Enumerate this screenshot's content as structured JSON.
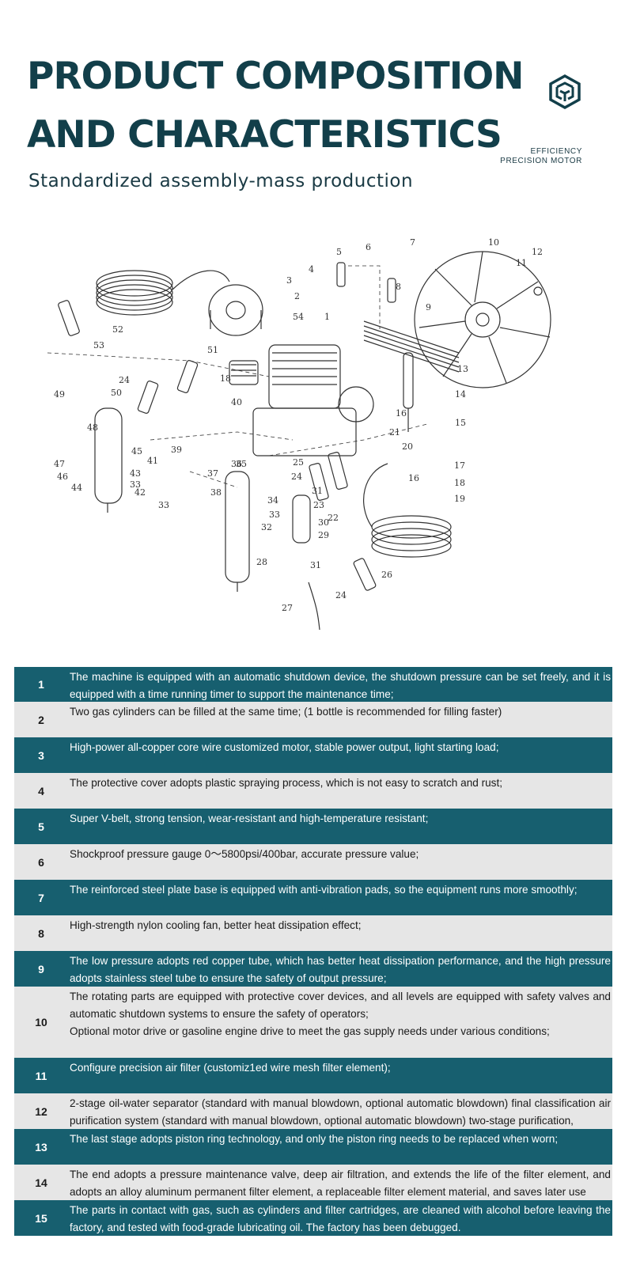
{
  "header": {
    "title_line1": "PRODUCT COMPOSITION",
    "title_line2": "AND CHARACTERISTICS",
    "subtitle": "Standardized assembly-mass production"
  },
  "brand": {
    "line1": "EFFICIENCY",
    "line2": "PRECISION MOTOR",
    "logo_icon": "hexagon-logo-icon"
  },
  "diagram": {
    "callouts": [
      "1",
      "2",
      "3",
      "4",
      "5",
      "6",
      "7",
      "8",
      "9",
      "10",
      "11",
      "12",
      "13",
      "14",
      "15",
      "16",
      "16",
      "17",
      "18",
      "19",
      "20",
      "21",
      "22",
      "23",
      "24",
      "24",
      "25",
      "26",
      "27",
      "28",
      "29",
      "30",
      "31",
      "31",
      "32",
      "33",
      "33",
      "34",
      "35",
      "36",
      "37",
      "38",
      "39",
      "40",
      "41",
      "42",
      "43",
      "44",
      "45",
      "46",
      "47",
      "48",
      "49",
      "50",
      "51",
      "52",
      "53",
      "54"
    ]
  },
  "features": [
    {
      "num": "1",
      "text": "The machine is equipped with an automatic shutdown device, the shutdown pressure can be set freely, and it is equipped with a time running timer to support the maintenance time;"
    },
    {
      "num": "2",
      "text": "Two gas cylinders can be filled at the same time; (1 bottle is recommended for filling faster)"
    },
    {
      "num": "3",
      "text": "High-power all-copper core wire customized motor, stable power output, light starting load;"
    },
    {
      "num": "4",
      "text": "The protective cover adopts plastic spraying process, which is not easy to scratch and rust;"
    },
    {
      "num": "5",
      "text": "Super V-belt, strong tension, wear-resistant and high-temperature resistant;"
    },
    {
      "num": "6",
      "text": "Shockproof pressure gauge 0～5800psi/400bar, accurate pressure value;"
    },
    {
      "num": "7",
      "text": "The reinforced steel plate base is equipped with anti-vibration pads, so the equipment runs more smoothly;"
    },
    {
      "num": "8",
      "text": "High-strength nylon cooling fan, better heat dissipation effect;"
    },
    {
      "num": "9",
      "text": "The low pressure adopts red copper tube, which has better heat dissipation performance, and the high pressure adopts stainless steel tube to ensure the safety of output pressure;"
    },
    {
      "num": "10",
      "text": "The rotating parts are equipped with protective cover devices, and all levels are equipped with safety valves and automatic shutdown systems to ensure the safety of operators;",
      "text2": "Optional motor drive or gasoline engine drive to meet the gas supply needs under various conditions;"
    },
    {
      "num": "11",
      "text": "Configure precision air filter (customiz1ed wire mesh filter element);"
    },
    {
      "num": "12",
      "text": "2-stage oil-water separator (standard with manual blowdown, optional automatic blowdown) final classification air purification system (standard with manual blowdown, optional automatic blowdown) two-stage purification,"
    },
    {
      "num": "13",
      "text": "The last stage adopts piston ring technology, and only the piston ring needs to be replaced when worn;"
    },
    {
      "num": "14",
      "text": "The end adopts a pressure maintenance valve, deep air filtration, and extends the life of the filter element, and adopts an alloy aluminum permanent filter element, a replaceable filter element material, and saves later use"
    },
    {
      "num": "15",
      "text": "The parts in contact with gas, such as cylinders and filter cartridges, are cleaned with alcohol before leaving the factory, and tested with food-grade lubricating oil. The factory has been debugged."
    }
  ]
}
